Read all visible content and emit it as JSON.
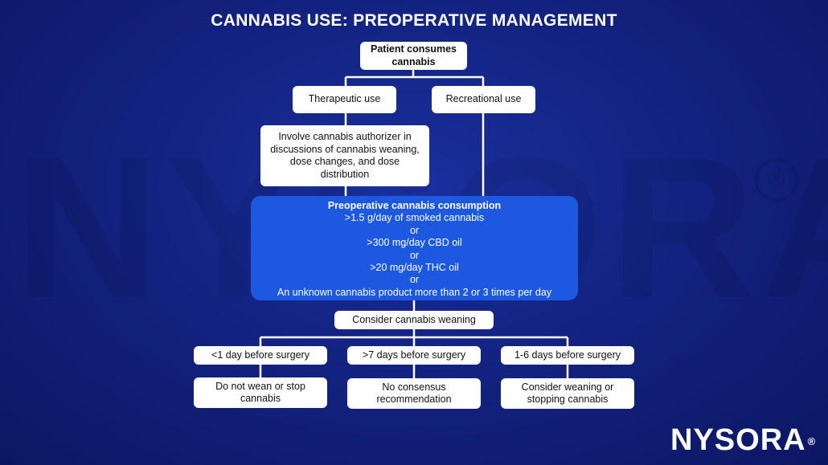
{
  "title": "CANNABIS USE: PREOPERATIVE MANAGEMENT",
  "watermark": {
    "text": "NYSORA",
    "mark": "®"
  },
  "nodes": {
    "root": "Patient consumes cannabis",
    "therapeutic": "Therapeutic use",
    "recreational": "Recreational use",
    "authorizer": "Involve cannabis authorizer in discussions of cannabis weaning, dose changes, and dose distribution",
    "weaning": "Consider cannabis weaning",
    "lt1": "<1 day before surgery",
    "gt7": ">7 days before surgery",
    "d16": "1-6 days before surgery",
    "lt1_rec": "Do not wean or stop cannabis",
    "gt7_rec": "No consensus recommendation",
    "d16_rec": "Consider weaning or stopping cannabis"
  },
  "consumption": {
    "heading": "Preoperative cannabis consumption",
    "lines": [
      ">1.5 g/day of smoked cannabis",
      "or",
      ">300 mg/day CBD oil",
      "or",
      ">20 mg/day THC oil",
      "or",
      "An unknown cannabis product more than 2 or 3 times per day"
    ]
  },
  "brand": {
    "name": "NYSORA",
    "mark": "®"
  },
  "colors": {
    "background": "#132381",
    "consumption_box": "#1d58e0",
    "box": "#ffffff",
    "connector": "#ffffff"
  }
}
